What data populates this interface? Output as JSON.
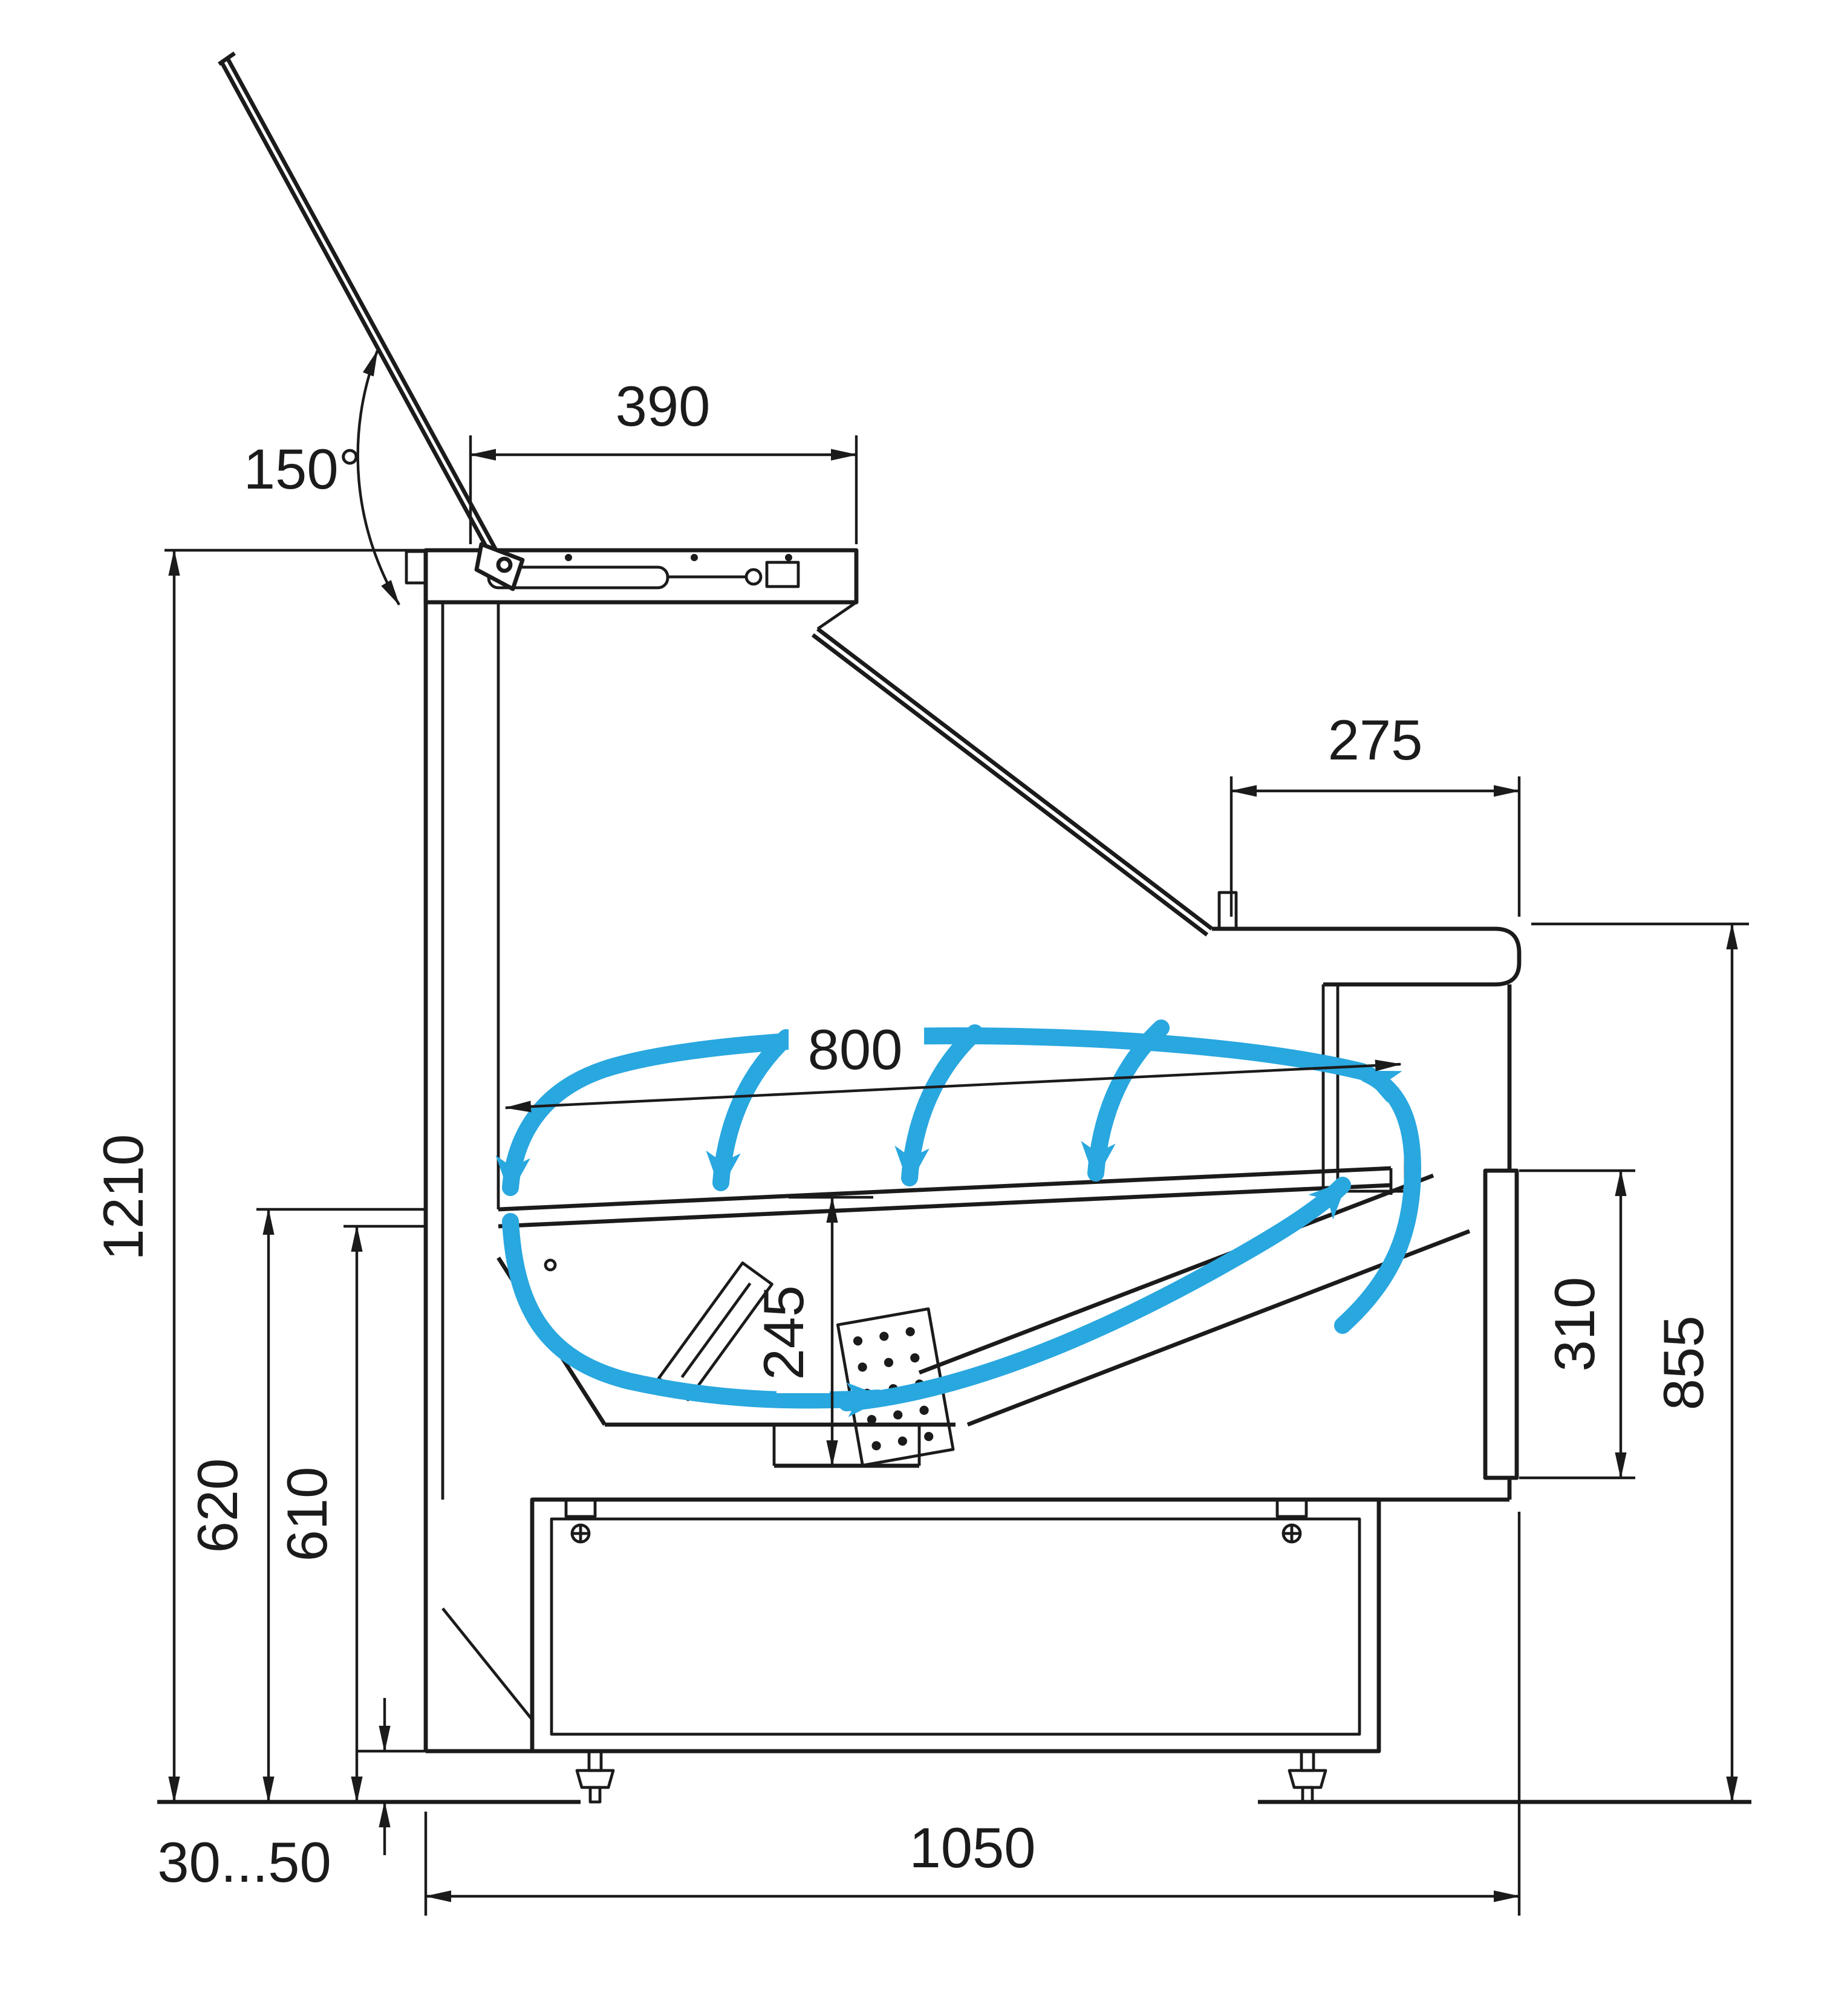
{
  "drawing": {
    "colors": {
      "line": "#1b1b1b",
      "airflow": "#29a7df",
      "background": "#ffffff"
    },
    "labels": {
      "angle": "150°",
      "top_depth": "390",
      "counter_depth": "275",
      "display_opening": "800",
      "overall_height": "1210",
      "well_height": "245",
      "front_panel": "310",
      "worktop_height": "855",
      "height_620": "620",
      "height_610": "610",
      "floor_gap": "30...50",
      "base_width": "1050"
    }
  }
}
